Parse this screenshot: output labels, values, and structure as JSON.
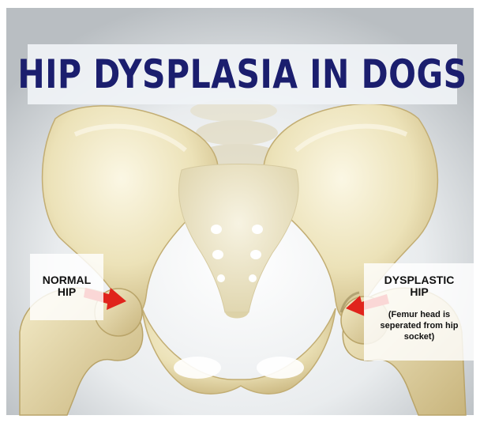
{
  "title": "HIP DYSPLASIA IN DOGS",
  "labels": {
    "normal_line1": "NORMAL",
    "normal_line2": "HIP",
    "dysplastic_line1": "DYSPLASTIC",
    "dysplastic_line2": "HIP",
    "dysplastic_note_line1": "(Femur head is",
    "dysplastic_note_line2": "seperated from hip",
    "dysplastic_note_line3": "socket)"
  },
  "colors": {
    "title_text": "#1b1e6e",
    "bone": "#ece2b8",
    "bone_shadow": "#c9b57c",
    "arrow": "#e0241c",
    "background": "#dfe3e6"
  }
}
